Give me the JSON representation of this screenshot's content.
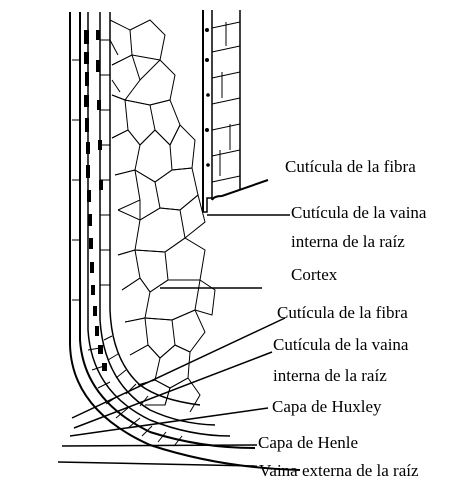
{
  "labels": {
    "cuticula_fibra_1": "Cutícula de la fibra",
    "cuticula_vaina_1a": "Cutícula de la vaina",
    "cuticula_vaina_1b": "interna de la raíz",
    "cortex": "Cortex",
    "cuticula_fibra_2": "Cutícula de la fibra",
    "cuticula_vaina_2a": "Cutícula de la vaina",
    "cuticula_vaina_2b": "interna de la raíz",
    "capa_huxley": "Capa de Huxley",
    "capa_henle": "Capa de Henle",
    "vaina_externa": "Vaina externa de la raíz"
  }
}
